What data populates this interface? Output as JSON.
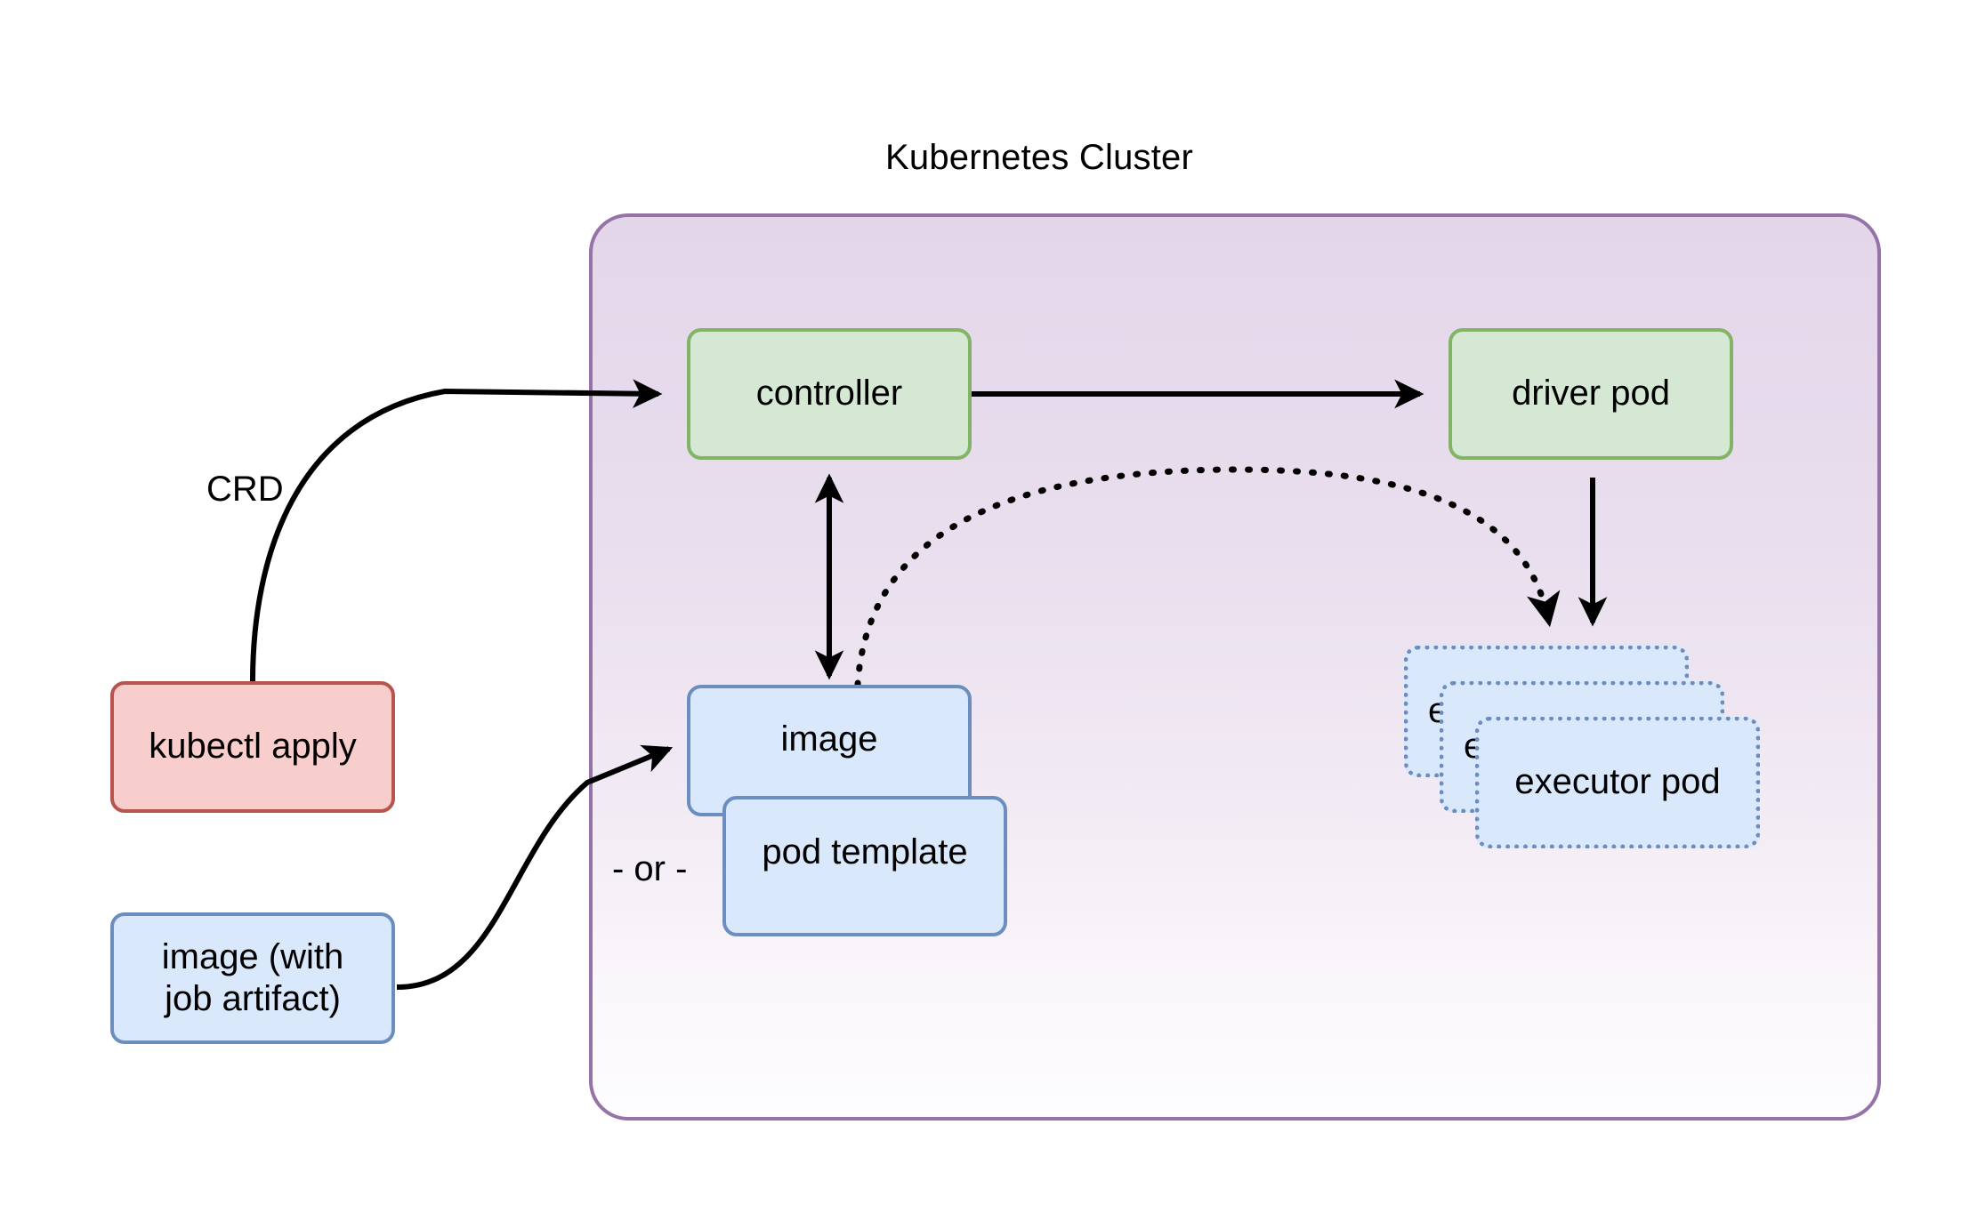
{
  "diagram": {
    "title": "Kubernetes Cluster",
    "cluster": {
      "label": "Kubernetes Cluster",
      "border_color": "#9673a6",
      "fill_top": "#e1d5e7",
      "fill_bottom": "#fdfcfe"
    },
    "nodes": {
      "controller": {
        "label": "controller",
        "fill": "#d5e8d4",
        "stroke": "#82b366"
      },
      "driver_pod": {
        "label": "driver pod",
        "fill": "#d5e8d4",
        "stroke": "#82b366"
      },
      "kubectl_apply": {
        "label": "kubectl apply",
        "fill": "#f8cecc",
        "stroke": "#b85450"
      },
      "image_with_job_artifact": {
        "label": "image (with\njob artifact)",
        "line1": "image (with",
        "line2": "job artifact)",
        "fill": "#dae8fc",
        "stroke": "#6c8ebf"
      },
      "image": {
        "label": "image",
        "fill": "#dae8fc",
        "stroke": "#6c8ebf"
      },
      "pod_template": {
        "label": "pod template",
        "fill": "#dae8fc",
        "stroke": "#6c8ebf"
      },
      "executor_pod_back": {
        "label": "executor pod",
        "visible_text": "e",
        "fill": "#dae8fc",
        "stroke": "#6c8ebf"
      },
      "executor_pod_middle": {
        "label": "executor pod",
        "visible_text": "e",
        "fill": "#dae8fc",
        "stroke": "#6c8ebf"
      },
      "executor_pod_front": {
        "label": "executor pod",
        "fill": "#dae8fc",
        "stroke": "#6c8ebf"
      }
    },
    "edge_labels": {
      "crd": "CRD",
      "or": "- or -"
    },
    "edges": [
      {
        "from": "kubectl apply",
        "to": "controller",
        "label": "CRD",
        "style": "solid",
        "arrow": "single"
      },
      {
        "from": "controller",
        "to": "driver pod",
        "label": "",
        "style": "solid",
        "arrow": "single"
      },
      {
        "from": "controller",
        "to": "image",
        "label": "",
        "style": "solid",
        "arrow": "double"
      },
      {
        "from": "image",
        "to": "executor pod",
        "label": "",
        "style": "dotted",
        "arrow": "single"
      },
      {
        "from": "driver pod",
        "to": "executor pod",
        "label": "",
        "style": "solid",
        "arrow": "single"
      },
      {
        "from": "image (with job artifact)",
        "to": "image",
        "label": "",
        "style": "solid",
        "arrow": "single"
      }
    ]
  }
}
